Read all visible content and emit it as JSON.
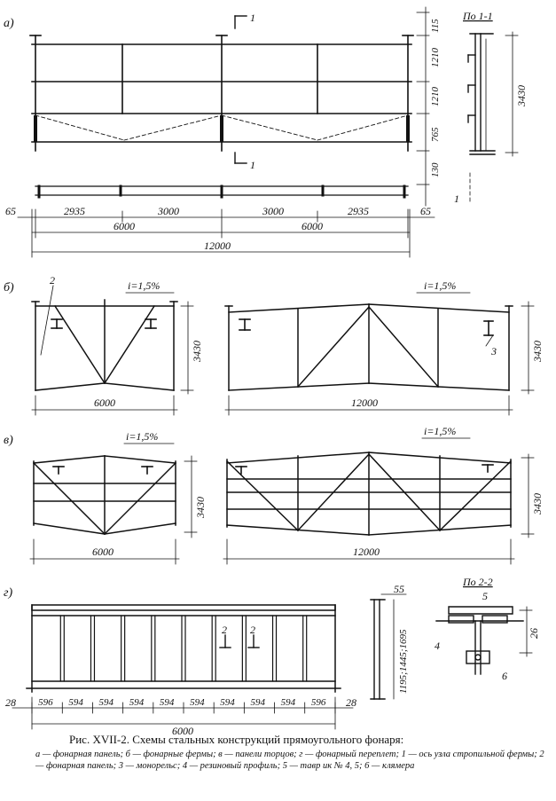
{
  "panels": {
    "a": {
      "label": "а)",
      "section_label": "1",
      "section_view_title": "По 1-1",
      "vertical_dims": [
        "115",
        "1210",
        "1210",
        "765",
        "130"
      ],
      "section_height": "3430",
      "section_callout": "1",
      "horizontal_dims": [
        "2935",
        "3000",
        "3000",
        "2935"
      ],
      "edge_dims": [
        "65",
        "65"
      ],
      "half_spans": [
        "6000",
        "6000"
      ],
      "total_span": "12000"
    },
    "b": {
      "label": "б)",
      "slope_left": "i=1,5%",
      "slope_right": "i=1,5%",
      "callout_2": "2",
      "callout_3": "3",
      "height_left": "3430",
      "height_right": "3430",
      "span_left": "6000",
      "span_right": "12000"
    },
    "v": {
      "label": "в)",
      "slope_left": "i=1,5%",
      "slope_right": "i=1,5%",
      "height_left": "3430",
      "height_right": "3430",
      "span_left": "6000",
      "span_right": "12000"
    },
    "g": {
      "label": "г)",
      "section_marks": [
        "2",
        "2"
      ],
      "side_dim_top": "55",
      "side_dim_vertical": "1195;1445;1695",
      "section_view_title": "По 2-2",
      "callout_5": "5",
      "callout_4": "4",
      "callout_6": "6",
      "dim_26": "26",
      "edge_dims": [
        "28",
        "28"
      ],
      "bay_dims": [
        "596",
        "594",
        "594",
        "594",
        "594",
        "594",
        "594",
        "594",
        "594",
        "596"
      ],
      "total_span": "6000"
    }
  },
  "caption": {
    "title": "Рис. XVII-2. Схемы стальных конструкций прямоугольного фонаря:",
    "legend": "а — фонарная панель; б — фонарные фермы; в — панели торцов; г — фонарный переплет; 1 — ось узла стропильной фермы; 2 — фонарная панель; 3 — монорельс; 4 — резиновый профиль; 5 — тавр ик № 4, 5; 6 — клямера"
  }
}
